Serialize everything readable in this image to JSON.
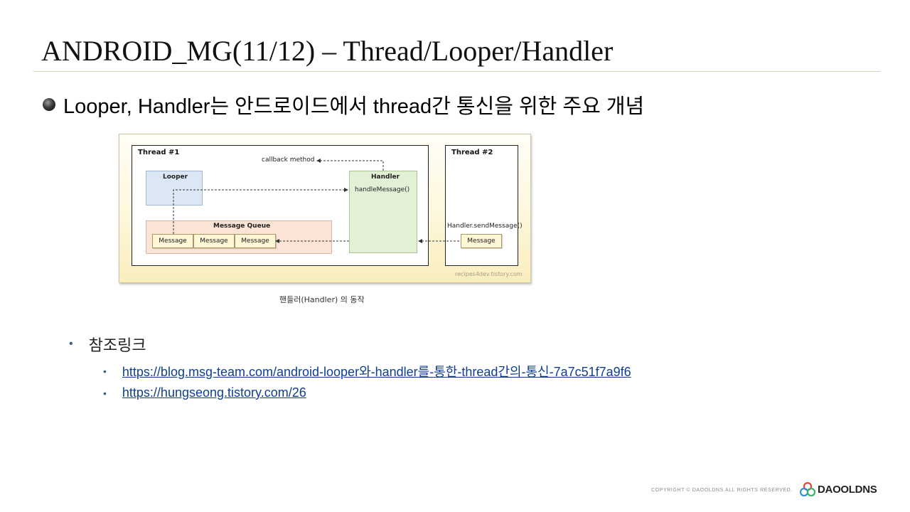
{
  "slide": {
    "title": "ANDROID_MG(11/12) – Thread/Looper/Handler",
    "main_bullet": "Looper, Handler는 안드로이드에서 thread간 통신을 위한 주요 개념"
  },
  "diagram": {
    "thread1_label": "Thread  #1",
    "thread2_label": "Thread  #2",
    "callback_label": "callback method",
    "looper_label": "Looper",
    "handler_label": "Handler",
    "handle_message_label": "handleMessage()",
    "message_queue_label": "Message Queue",
    "messages": [
      "Message",
      "Message",
      "Message"
    ],
    "send_message_label": "Handler.sendMessage()",
    "thread2_message": "Message",
    "watermark": "recipes4dev.tistory.com",
    "caption": "핸들러(Handler) 의 동작"
  },
  "references": {
    "heading": "참조링크",
    "links": [
      "https://blog.msg-team.com/android-looper와-handler를-통한-thread간의-통신-7a7c51f7a9f6",
      "https://hungseong.tistory.com/26"
    ]
  },
  "footer": {
    "copyright": "COPYRIGHT  ©  DAOOLDNS ALL RIGHTS RESERVED.",
    "logo_text": "DAOOLDNS"
  },
  "colors": {
    "link": "#0f3f8c",
    "bullet_dot": "#3a5d8a",
    "looper": "#dce7f5",
    "handler": "#e2f0d6",
    "message_queue": "#fbe3d6",
    "message": "#fff6d6"
  },
  "icons": {
    "main_bullet": "sphere-bullet-icon",
    "logo": "daooldns-logo-icon"
  }
}
